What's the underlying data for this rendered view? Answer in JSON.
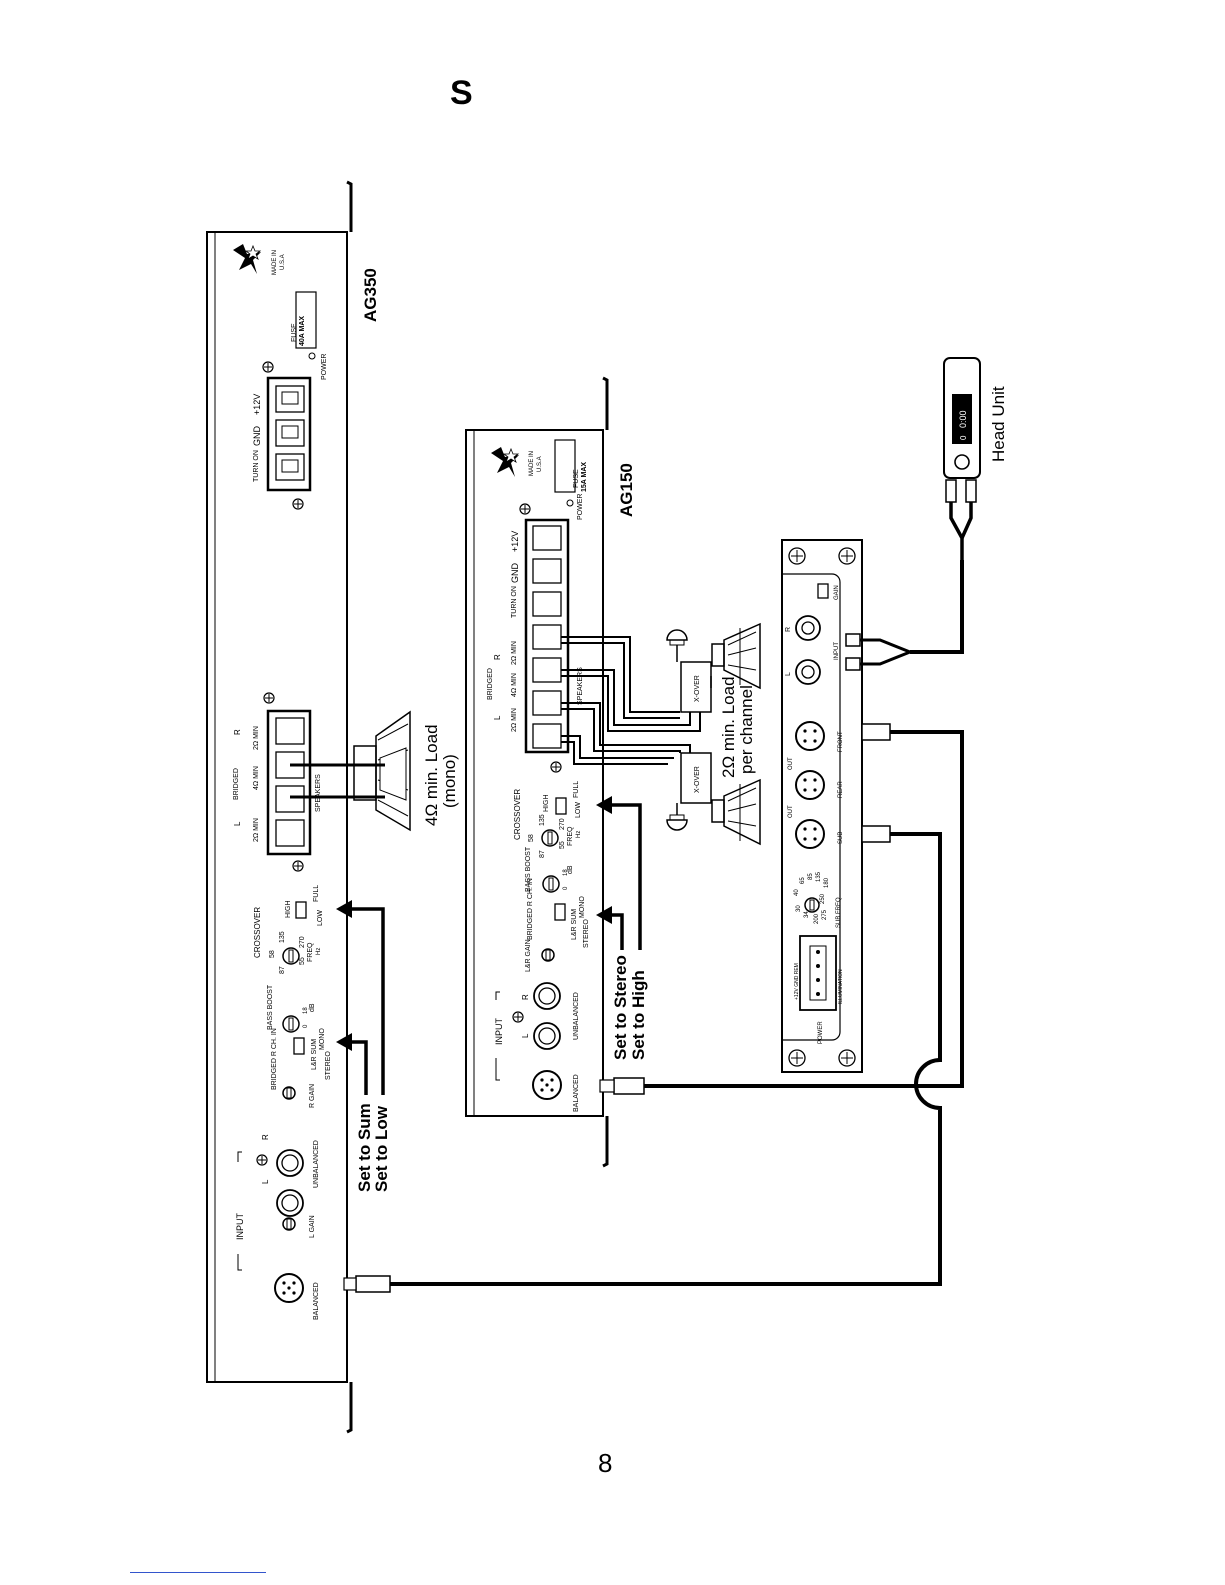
{
  "page": {
    "title": "S",
    "page_number": "8"
  },
  "ag350": {
    "model": "AG350",
    "made_in": "MADE IN",
    "usa": "U.S.A",
    "fuse_label": "FUSE",
    "fuse_rating": "40A MAX",
    "power_label": "POWER",
    "terminals": [
      "TURN ON",
      "GND",
      "+12V"
    ],
    "bridged": "BRIDGED",
    "ch_l": "L",
    "ch_r": "R",
    "load_2ohm": "2Ω MIN",
    "load_4ohm": "4Ω MIN",
    "speakers": "SPEAKERS",
    "crossover": "CROSSOVER",
    "freq_ticks": [
      "58",
      "87",
      "135",
      "55",
      "270"
    ],
    "freq": "FREQ",
    "hz": "Hz",
    "high": "HIGH",
    "low": "LOW",
    "full": "FULL",
    "bass_boost": "BASS BOOST",
    "db_ticks": [
      "0",
      "dB",
      "18"
    ],
    "bridged_rch": "BRIDGED R CH. IN",
    "lr_sum": "L&R SUM",
    "mono": "MONO",
    "stereo": "STEREO",
    "r_gain": "R GAIN",
    "l_gain": "L GAIN",
    "input": "INPUT",
    "unbalanced": "UNBALANCED",
    "balanced": "BALANCED",
    "note_sum": "Set to Sum",
    "note_low": "Set to Low",
    "load_note": "4Ω min. Load",
    "load_note2": "(mono)"
  },
  "ag150": {
    "model": "AG150",
    "made_in": "MADE IN",
    "usa": "U.S.A",
    "fuse_label": "FUSE",
    "fuse_rating": "15A MAX",
    "power_label": "POWER",
    "terminals": [
      "TURN ON",
      "GND",
      "+12V"
    ],
    "bridged": "BRIDGED",
    "ch_l": "L",
    "ch_r": "R",
    "load_2ohm": "2Ω MIN",
    "load_4ohm": "4Ω MIN",
    "speakers": "SPEAKERS",
    "crossover": "CROSSOVER",
    "freq_ticks": [
      "58",
      "87",
      "135",
      "55",
      "270"
    ],
    "freq": "FREQ",
    "hz": "Hz",
    "high": "HIGH",
    "low": "LOW",
    "full": "FULL",
    "bass_boost": "BASS BOOST",
    "db_ticks": [
      "0",
      "dB",
      "18"
    ],
    "bridged_rch": "BRIDGED R CH. IN",
    "lr_sum": "L&R SUM",
    "mono": "MONO",
    "stereo": "STEREO",
    "lr_gain": "L&R GAIN",
    "input": "INPUT",
    "unbalanced": "UNBALANCED",
    "balanced": "BALANCED",
    "note_stereo": "Set to Stereo",
    "note_high": "Set to High",
    "xover": "X-OVER",
    "load_note": "2Ω min. Load",
    "load_note2": "per channel"
  },
  "processor": {
    "gain": "GAIN",
    "input": "INPUT",
    "ch_l": "L",
    "ch_r": "R",
    "outputs": [
      "FRONT",
      "REAR",
      "SUB"
    ],
    "out": "OUT",
    "sub_freq": "SUB FREQ",
    "sub_ticks": [
      "30",
      "40",
      "65",
      "85",
      "135",
      "180",
      "200",
      "250",
      "275",
      "34"
    ],
    "power": "POWER",
    "power_pins": "+12V GND REM",
    "illumination": "ILLUMINATION"
  },
  "head_unit": {
    "label": "Head Unit",
    "display": "0:00",
    "track": "0"
  }
}
